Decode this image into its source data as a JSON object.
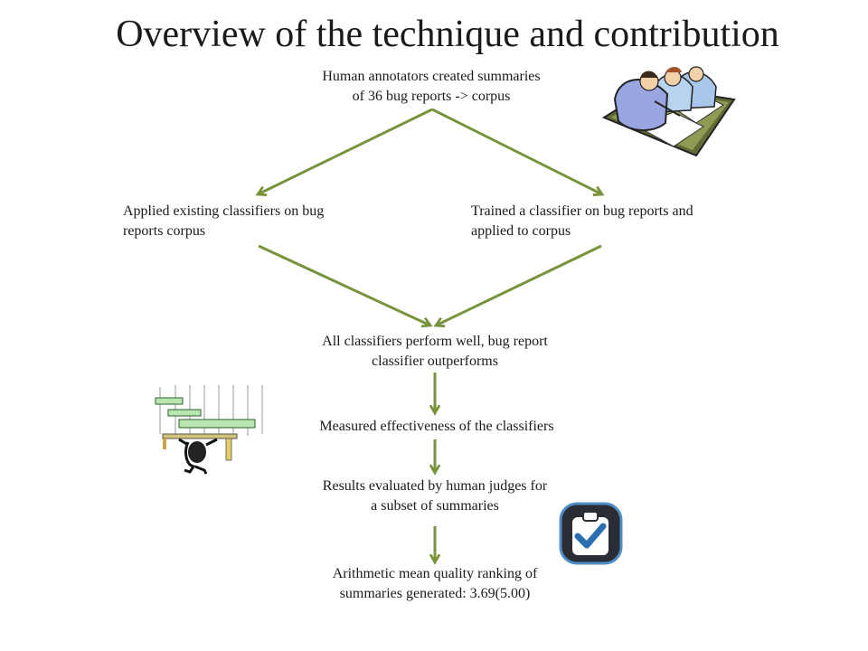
{
  "title": "Overview of the technique and contribution",
  "nodes": {
    "top": {
      "line1": "Human annotators created summaries",
      "line2": "of 36 bug reports -> corpus"
    },
    "left": {
      "line1": "Applied existing classifiers on  bug",
      "line2": "reports corpus"
    },
    "right": {
      "line1": "Trained a classifier on bug reports and",
      "line2": "applied to corpus"
    },
    "mid": {
      "line1": "All classifiers perform well, bug report",
      "line2": "classifier outperforms"
    },
    "measure": {
      "line1": "Measured effectiveness of the classifiers"
    },
    "judges": {
      "line1": "Results evaluated by human judges for",
      "line2": "a subset of summaries"
    },
    "mean": {
      "line1": "Arithmetic mean quality ranking of",
      "line2": "summaries generated: 3.69(5.00)"
    }
  },
  "colors": {
    "arrow": "#77933c",
    "clipboard_bg": "#2a2d33",
    "clipboard_ring": "#4f8fc6",
    "check": "#2b6fb0"
  },
  "icons": [
    "people-writing-clipart",
    "weightlifter-clipart",
    "clipboard-check-icon"
  ]
}
